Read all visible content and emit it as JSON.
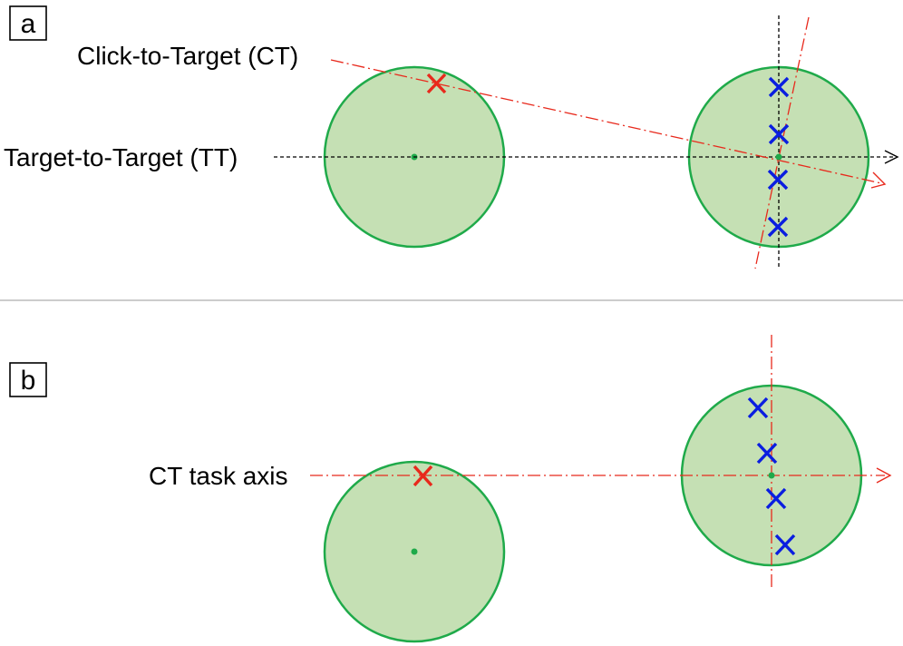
{
  "panels": {
    "a": {
      "label": "a",
      "ct_label": "Click-to-Target (CT)",
      "tt_label": "Target-to-Target (TT)"
    },
    "b": {
      "label": "b",
      "ct_axis_label": "CT task axis"
    }
  },
  "colors": {
    "target_fill": "#c5e0b4",
    "target_stroke": "#1faa4a",
    "click_marker": "#e8291c",
    "endpoint_marker": "#0a1ee0",
    "ct_axis": "#e8291c",
    "tt_axis": "#000000"
  }
}
